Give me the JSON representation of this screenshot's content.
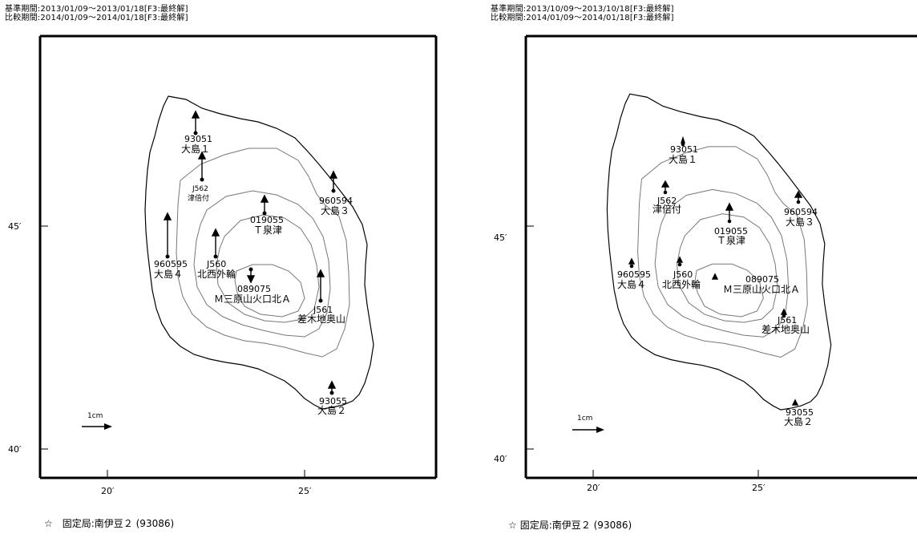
{
  "panels": [
    {
      "base_period": "基準期間:2013/01/09〜2013/01/18[F3:最終解]",
      "compare_period": "比較期間:2014/01/09〜2014/01/18[F3:最終解]",
      "axis": {
        "lat_labels": [
          "45′",
          "40′"
        ],
        "lon_labels": [
          "20′",
          "25′"
        ]
      },
      "scale_label": "1cm",
      "fixed_station_star": "☆",
      "fixed_station": "固定局:南伊豆２ (93086)",
      "stations": [
        {
          "code": "93051",
          "name": "大島１"
        },
        {
          "code": "J562",
          "name": "津倍付"
        },
        {
          "code": "960594",
          "name": "大島３"
        },
        {
          "code": "019055",
          "name": "Ｔ泉津"
        },
        {
          "code": "960595",
          "name": "大島４"
        },
        {
          "code": "J560",
          "name": "北西外輪"
        },
        {
          "code": "089075",
          "name": "Ｍ三原山火口北Ａ"
        },
        {
          "code": "J561",
          "name": "差木地奥山"
        },
        {
          "code": "93055",
          "name": "大島２"
        }
      ]
    },
    {
      "base_period": "基準期間:2013/10/09〜2013/10/18[F3:最終解]",
      "compare_period": "比較期間:2014/01/09〜2014/01/18[F3:最終解]",
      "axis": {
        "lat_labels": [
          "45′",
          "40′"
        ],
        "lon_labels": [
          "20′",
          "25′"
        ]
      },
      "scale_label": "1cm",
      "fixed_station_star": "☆",
      "fixed_station": "固定局:南伊豆２ (93086)",
      "stations": [
        {
          "code": "93051",
          "name": "大島１"
        },
        {
          "code": "J562",
          "name": "津倍付"
        },
        {
          "code": "960594",
          "name": "大島３"
        },
        {
          "code": "019055",
          "name": "Ｔ泉津"
        },
        {
          "code": "960595",
          "name": "大島４"
        },
        {
          "code": "J560",
          "name": "北西外輪"
        },
        {
          "code": "089075",
          "name": "Ｍ三原山火口北Ａ"
        },
        {
          "code": "J561",
          "name": "差木地奥山"
        },
        {
          "code": "93055",
          "name": "大島２"
        }
      ]
    }
  ]
}
